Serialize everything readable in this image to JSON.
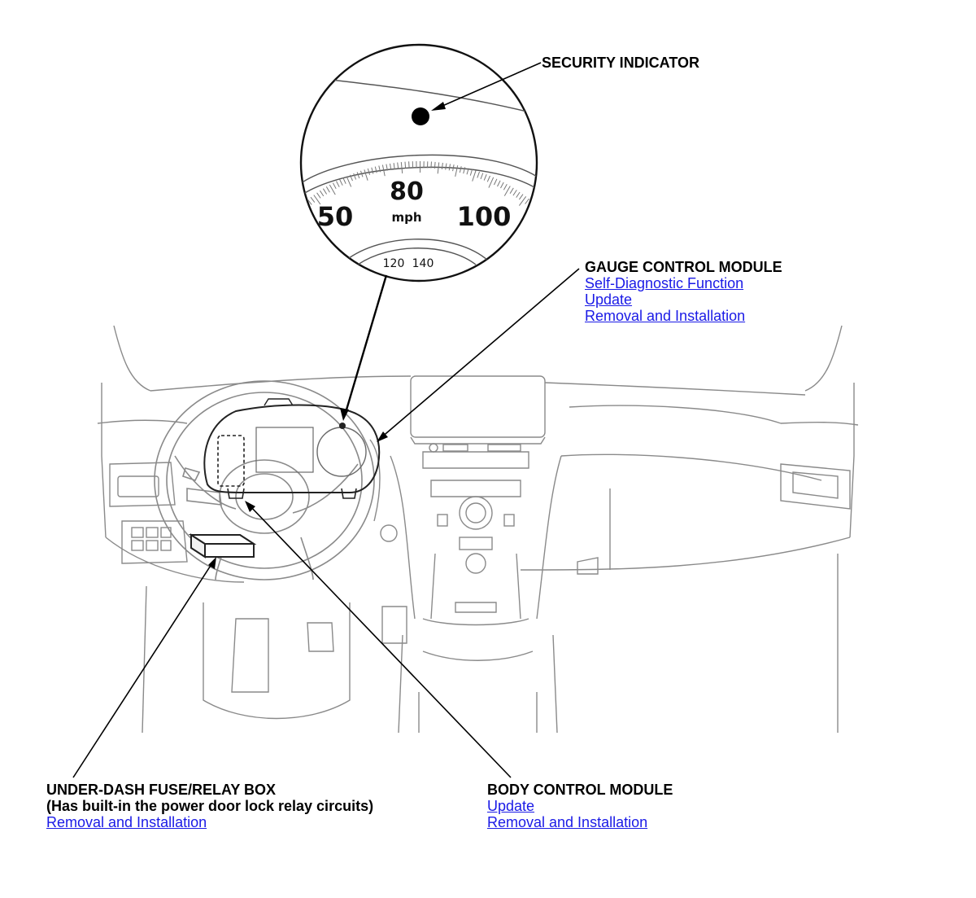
{
  "colors": {
    "link": "#1a1ae6",
    "line": "#000000",
    "art": "#8a8a8a"
  },
  "security_indicator": {
    "label": "SECURITY INDICATOR"
  },
  "gauge_inset": {
    "speed_major": "80",
    "speed_left": "50",
    "speed_right": "100",
    "unit": "mph",
    "small_left": "120",
    "small_right": "140"
  },
  "gauge_control_module": {
    "title": "GAUGE CONTROL MODULE",
    "links": [
      "Self-Diagnostic Function",
      "Update",
      "Removal and Installation"
    ]
  },
  "under_dash_fuse_box": {
    "title": "UNDER-DASH FUSE/RELAY BOX",
    "note": "(Has built-in the power door lock relay circuits)",
    "links": [
      "Removal and Installation"
    ]
  },
  "body_control_module": {
    "title": "BODY CONTROL MODULE",
    "links": [
      "Update",
      "Removal and Installation"
    ]
  }
}
